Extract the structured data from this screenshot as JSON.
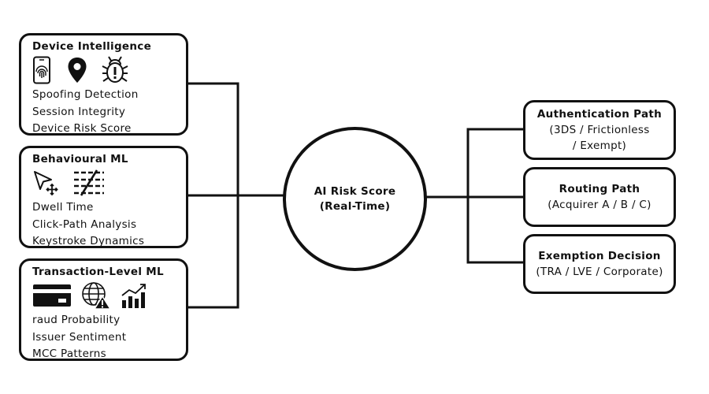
{
  "hub": {
    "line1": "AI Risk Score",
    "line2": "(Real-Time)"
  },
  "inputs": [
    {
      "title": "Device Intelligence",
      "icons": [
        "fingerprint-phone-icon",
        "location-pin-icon",
        "bug-alert-icon"
      ],
      "items": [
        "Spoofing Detection",
        "Session Integrity",
        "Device Risk Score"
      ]
    },
    {
      "title": "Behavioural ML",
      "icons": [
        "cursor-move-icon",
        "strikethrough-signal-icon"
      ],
      "items": [
        "Dwell Time",
        "Click-Path Analysis",
        "Keystroke Dynamics"
      ]
    },
    {
      "title": "Transaction-Level ML",
      "icons": [
        "credit-card-icon",
        "globe-warning-icon",
        "trending-bars-icon"
      ],
      "items": [
        "raud Probability",
        "Issuer Sentiment",
        "MCC Patterns"
      ]
    }
  ],
  "outputs": [
    {
      "title": "Authentication Path",
      "lines": [
        "(3DS / Frictionless",
        "/ Exempt)"
      ]
    },
    {
      "title": "Routing Path",
      "lines": [
        "(Acquirer A / B / C)"
      ]
    },
    {
      "title": "Exemption Decision",
      "lines": [
        "(TRA / LVE / Corporate)"
      ]
    }
  ],
  "colors": {
    "stroke": "#111111",
    "background": "#ffffff"
  }
}
